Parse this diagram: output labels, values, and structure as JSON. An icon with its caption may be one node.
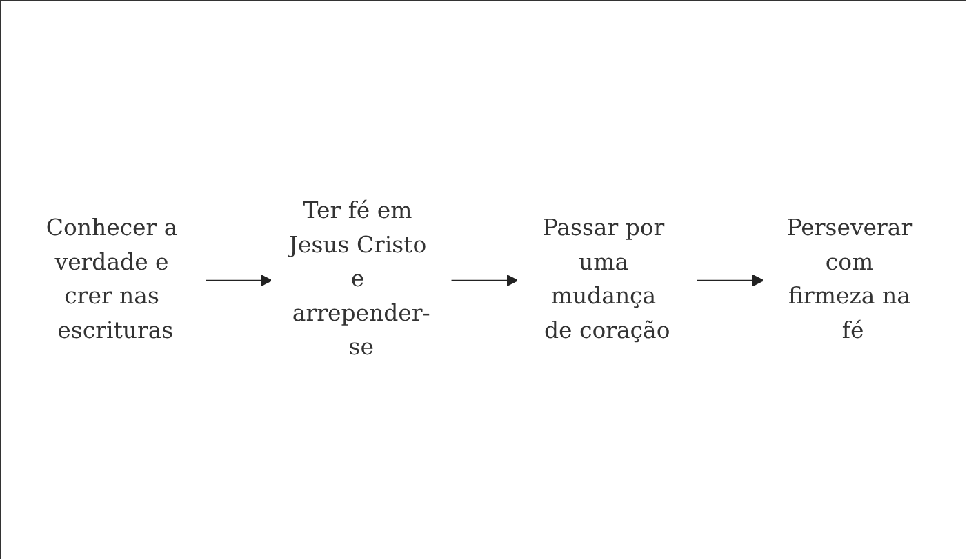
{
  "diagram": {
    "nodes": [
      {
        "text": [
          "Conhecer a verdade e crer nas escrituras"
        ]
      },
      {
        "text": [
          "Ter fé em Jesus Cristo e arrepender-se"
        ]
      },
      {
        "text": [
          "Passar por uma mudança de coração"
        ]
      },
      {
        "text": [
          "Perseverar com firmeza na fé"
        ]
      }
    ],
    "edges": [
      {
        "from": 0,
        "to": 1,
        "arrow": "to"
      },
      {
        "from": 1,
        "to": 2,
        "arrow": "to"
      },
      {
        "from": 2,
        "to": 3,
        "arrow": "to"
      }
    ]
  }
}
